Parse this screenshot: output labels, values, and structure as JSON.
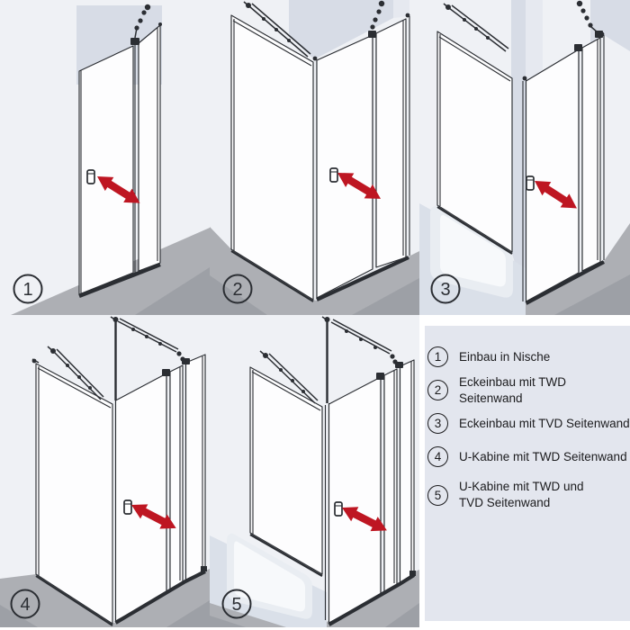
{
  "colors": {
    "bg": "#EFF1F5",
    "wall": "#D7DCE6",
    "wall2": "#E6E9F0",
    "floor": "#ADAFB4",
    "floor-dark": "#9DA0A6",
    "floor-light": "#DAE0E9",
    "tray-rim": "#E9EDF2",
    "tray-inner": "#F7F9FB",
    "glass": "#FDFDFE",
    "line": "#2B2E33",
    "red": "#BE1622",
    "legend-bg": "#E3E6EE",
    "text": "#1B1B1D"
  },
  "diagrams": [
    {
      "num": "1"
    },
    {
      "num": "2"
    },
    {
      "num": "3"
    },
    {
      "num": "4"
    },
    {
      "num": "5"
    }
  ],
  "legend": {
    "items": [
      {
        "num": "1",
        "label": "Einbau in Nische"
      },
      {
        "num": "2",
        "label": "Eckeinbau mit TWD Seitenwand"
      },
      {
        "num": "3",
        "label": "Eckeinbau mit TVD Seitenwand"
      },
      {
        "num": "4",
        "label": "U-Kabine mit TWD Seitenwand"
      },
      {
        "num": "5",
        "label": "U-Kabine mit TWD und",
        "label2": "TVD Seitenwand"
      }
    ]
  }
}
